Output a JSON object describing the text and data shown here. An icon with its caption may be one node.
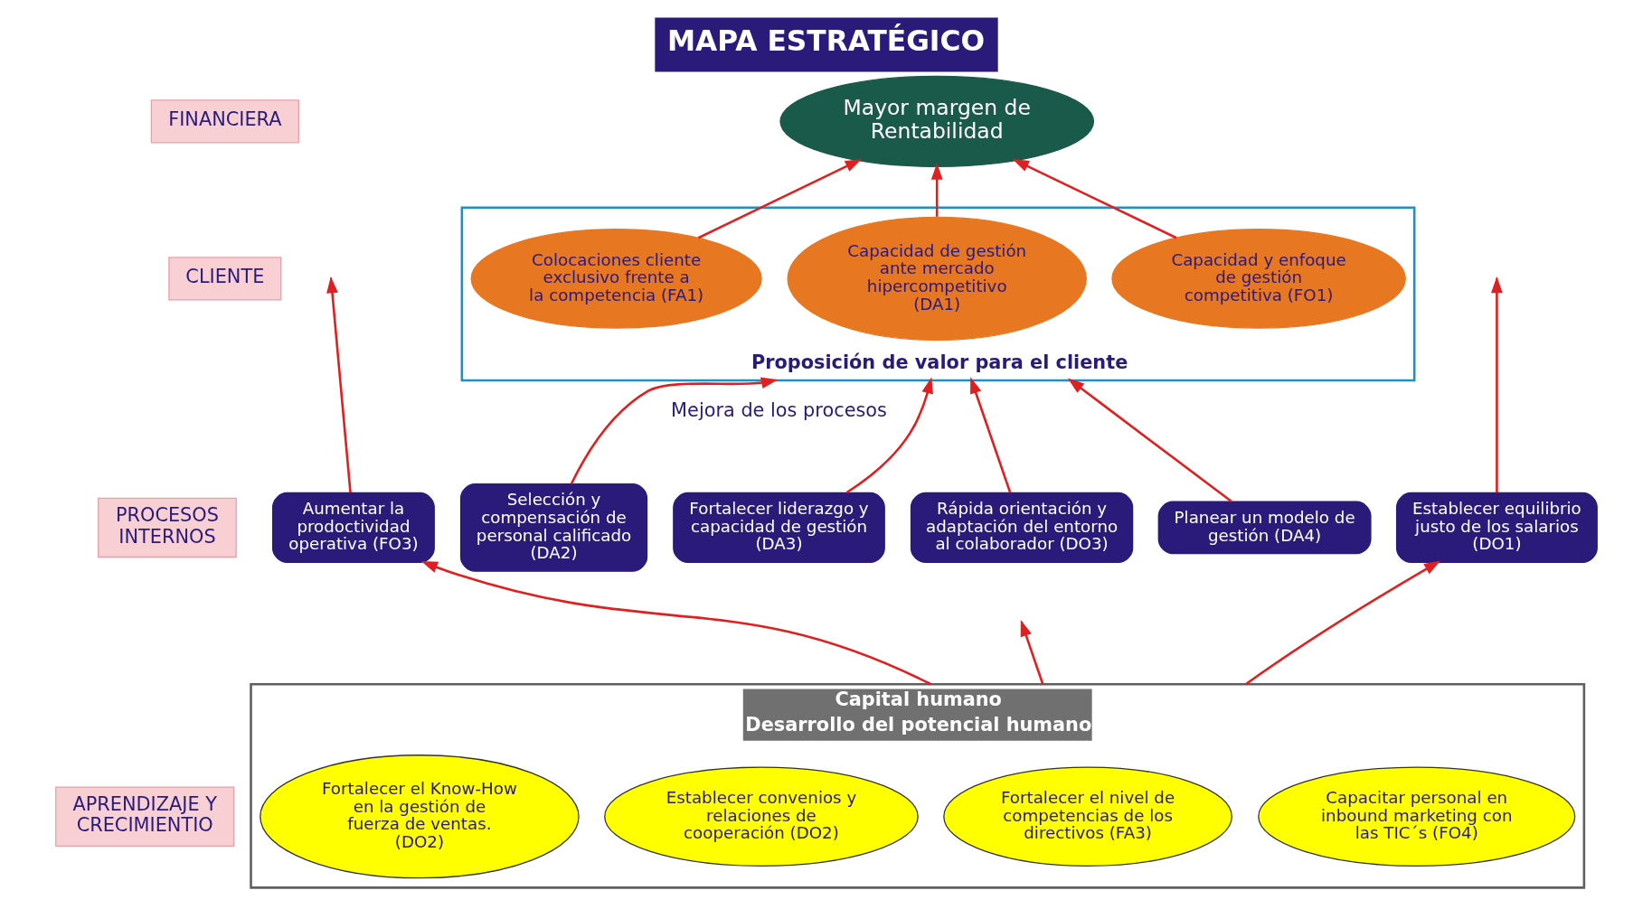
{
  "diagram": {
    "title": "MAPA ESTRATÉGICO",
    "nodes": [
      {
        "text": [
          "FINANCIERA"
        ]
      },
      {
        "text": [
          "CLIENTE"
        ]
      },
      {
        "text": [
          "PROCESOS INTERNOS"
        ]
      },
      {
        "text": [
          "APRENDIZAJE Y CRECIMIENTIO"
        ]
      },
      {
        "text": [
          "Mayor margen de Rentabilidad"
        ]
      },
      {
        "text": [
          "Proposición de valor para el cliente"
        ]
      },
      {
        "text": [
          "Colocaciones cliente exclusivo frente a la competencia (FA1)"
        ],
        "in": 5
      },
      {
        "text": [
          "Capacidad de gestión ante mercado hipercompetitivo (DA1)"
        ],
        "in": 5
      },
      {
        "text": [
          "Capacidad y enfoque de gestión competitiva (FO1)"
        ],
        "in": 5
      },
      {
        "text": [
          "Aumentar la prodoctividad operativa (FO3)"
        ]
      },
      {
        "text": [
          "Selección y compensación de personal calificado (DA2)"
        ]
      },
      {
        "text": [
          "Fortalecer liderazgo y capacidad de gestión (DA3)"
        ]
      },
      {
        "text": [
          "Rápida orientación y adaptación del entorno al colaborador (DO3)"
        ]
      },
      {
        "text": [
          "Planear un modelo de gestión (DA4)"
        ]
      },
      {
        "text": [
          "Establecer equilibrio justo de los salarios (DO1)"
        ]
      },
      {
        "text": [
          "Capital humano",
          "Desarrollo del potencial humano"
        ]
      },
      {
        "text": [
          "Fortalecer el Know-How en la gestión de fuerza de ventas. (DO2)"
        ],
        "in": 15
      },
      {
        "text": [
          "Establecer convenios y relaciones de cooperación (DO2)"
        ],
        "in": 15
      },
      {
        "text": [
          "Fortalecer el nivel de competencias de los directivos (FA3)"
        ],
        "in": 15
      },
      {
        "text": [
          "Capacitar personal en inbound marketing con las TIC´s (FO4)"
        ],
        "in": 15
      }
    ],
    "edges": [
      {
        "from": 6,
        "to": 4,
        "arrow": "to"
      },
      {
        "from": 7,
        "to": 4,
        "arrow": "to"
      },
      {
        "from": 8,
        "to": 4,
        "arrow": "to"
      },
      {
        "from": 9,
        "to": null,
        "arrow": "to"
      },
      {
        "from": 10,
        "to": 5,
        "arrow": "to"
      },
      {
        "from": 11,
        "to": 5,
        "arrow": "to"
      },
      {
        "from": 12,
        "to": 5,
        "arrow": "to"
      },
      {
        "from": 13,
        "to": 5,
        "arrow": "to"
      },
      {
        "from": 14,
        "to": null,
        "arrow": "to"
      },
      {
        "from": 15,
        "to": 9,
        "arrow": "to"
      },
      {
        "from": 15,
        "to": null,
        "arrow": "to"
      },
      {
        "from": 15,
        "to": 14,
        "arrow": "to"
      }
    ],
    "labels": [
      "Mejora de los procesos"
    ]
  }
}
